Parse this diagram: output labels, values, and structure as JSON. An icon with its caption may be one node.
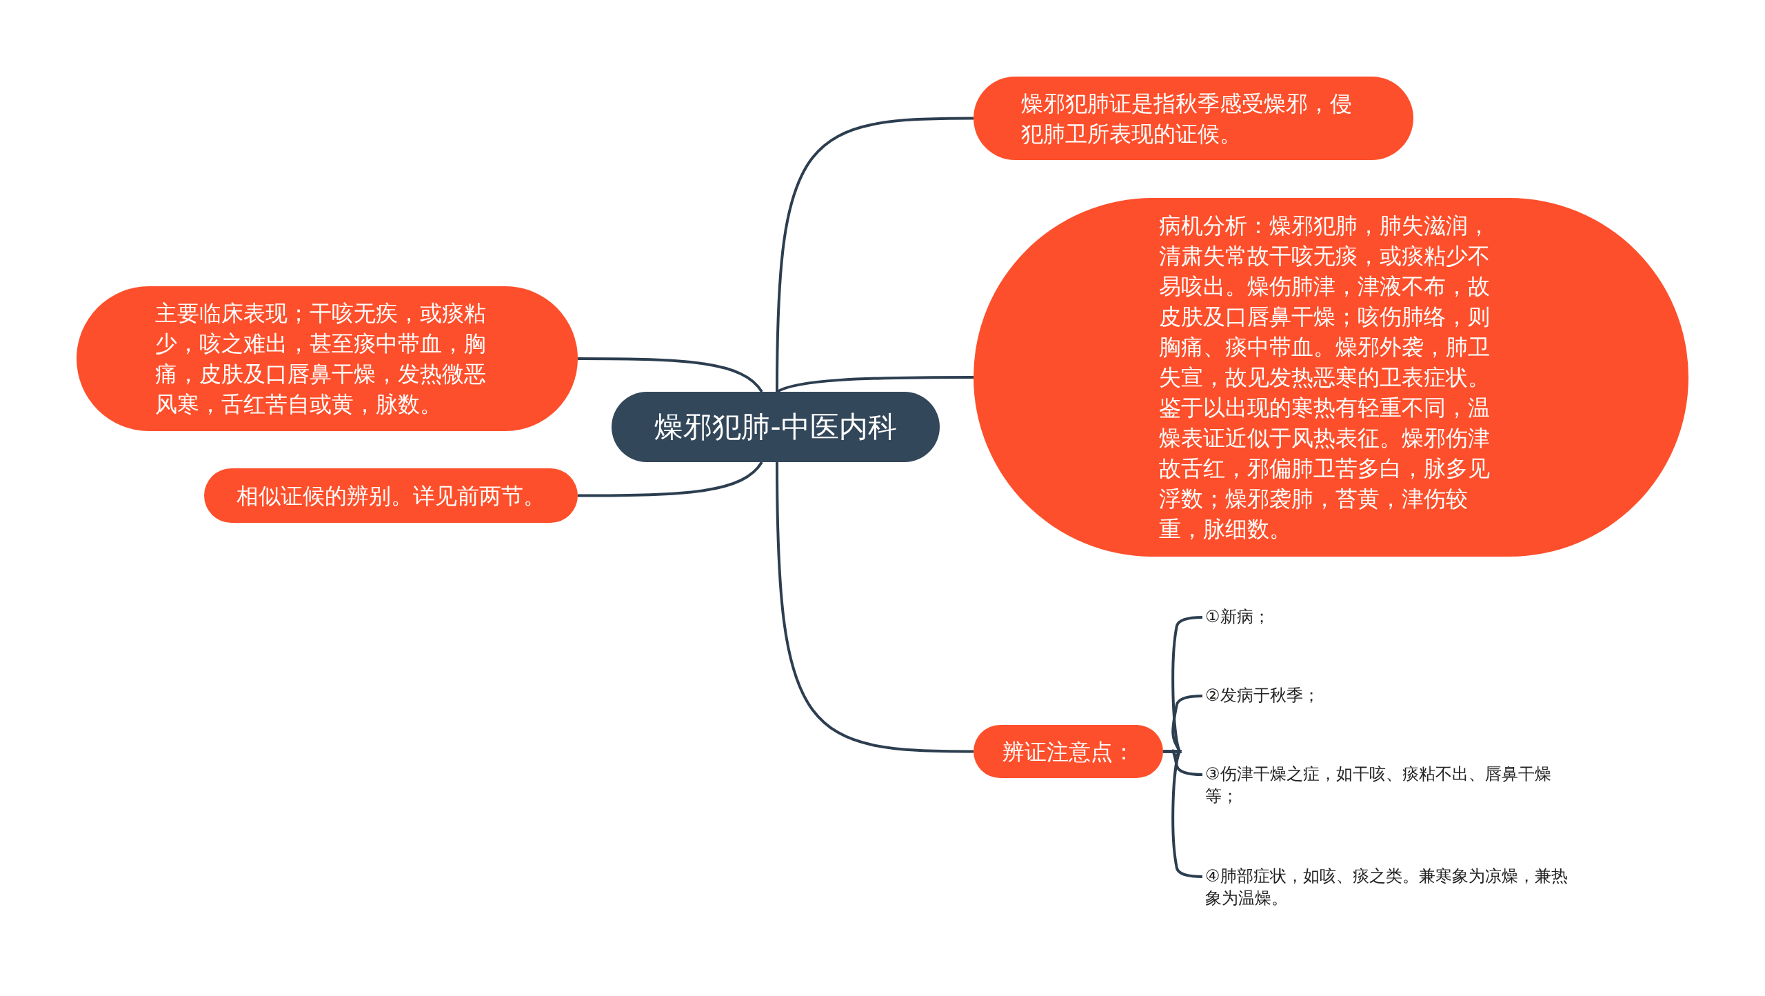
{
  "diagram": {
    "nodes": [
      {
        "text": [
          "燥邪犯肺-中医内科"
        ]
      },
      {
        "text": [
          "燥邪犯肺证是指秋季感受燥邪，侵犯肺卫所表现的证候。"
        ]
      },
      {
        "text": [
          "病机分析：燥邪犯肺，肺失滋润，清肃失常故干咳无痰，或痰粘少不易咳出。燥伤肺津，津液不布，故皮肤及口唇鼻干燥；咳伤肺络，则胸痛、痰中带血。燥邪外袭，肺卫失宣，故见发热恶寒的卫表症状。鉴于以出现的寒热有轻重不同，温燥表证近似于风热表征。燥邪伤津故舌红，邪偏肺卫苦多白，脉多见浮数；燥邪袭肺，苔黄，津伤较重，脉细数。"
        ]
      },
      {
        "text": [
          "主要临床表现；干咳无疾，或痰粘少，咳之难出，甚至痰中带血，胸痛，皮肤及口唇鼻干燥，发热微恶风寒，舌红苦自或黄，脉数。"
        ]
      },
      {
        "text": [
          "相似证候的辨别。详见前两节。"
        ]
      },
      {
        "text": [
          "辨证注意点："
        ]
      },
      {
        "text": [
          "①新病；"
        ]
      },
      {
        "text": [
          "②发病于秋季；"
        ]
      },
      {
        "text": [
          "③伤津干燥之症，如干咳、痰粘不出、唇鼻干燥等；"
        ]
      },
      {
        "text": [
          "④肺部症状，如咳、痰之类。兼寒象为凉燥，兼热象为温燥。"
        ]
      }
    ],
    "edges": [
      {
        "from": 0,
        "to": 1,
        "arrow": "none"
      },
      {
        "from": 0,
        "to": 2,
        "arrow": "none"
      },
      {
        "from": 0,
        "to": 3,
        "arrow": "none"
      },
      {
        "from": 0,
        "to": 4,
        "arrow": "none"
      },
      {
        "from": 0,
        "to": 5,
        "arrow": "none"
      },
      {
        "from": 5,
        "to": 6,
        "arrow": "none"
      },
      {
        "from": 5,
        "to": 7,
        "arrow": "none"
      },
      {
        "from": 5,
        "to": 8,
        "arrow": "none"
      },
      {
        "from": 5,
        "to": 9,
        "arrow": "none"
      }
    ]
  }
}
